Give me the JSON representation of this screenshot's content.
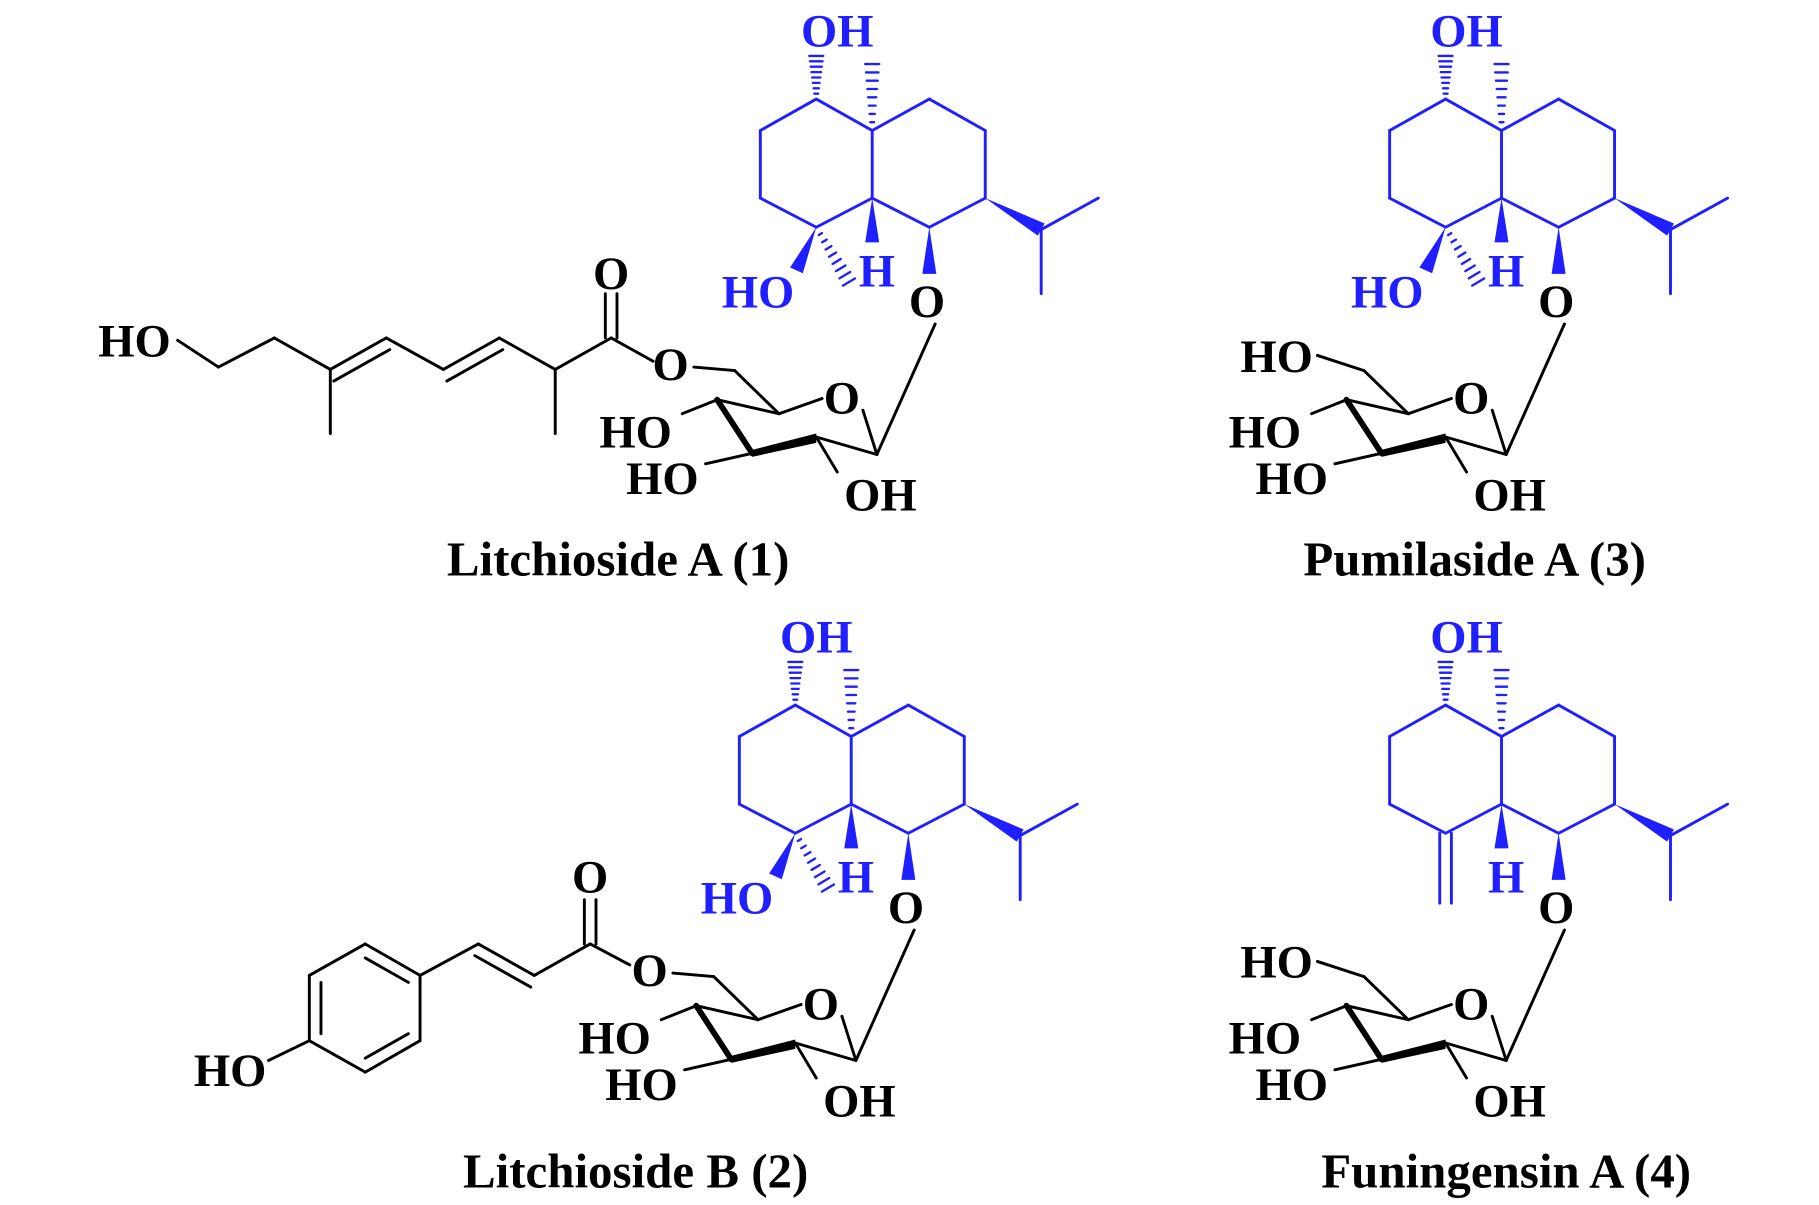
{
  "colors": {
    "core": "#1f1fff",
    "sugar": "#000000"
  },
  "compounds": [
    {
      "name": "Litchioside A (1)",
      "variant": "chain"
    },
    {
      "name": "Pumilaside A (3)",
      "variant": "hydroxy"
    },
    {
      "name": "Litchioside B (2)",
      "variant": "coumaroyl"
    },
    {
      "name": "Funingensin A (4)",
      "variant": "methylene"
    }
  ],
  "atoms": {
    "OH": "OH",
    "HO": "HO",
    "H": "H",
    "O": "O"
  }
}
